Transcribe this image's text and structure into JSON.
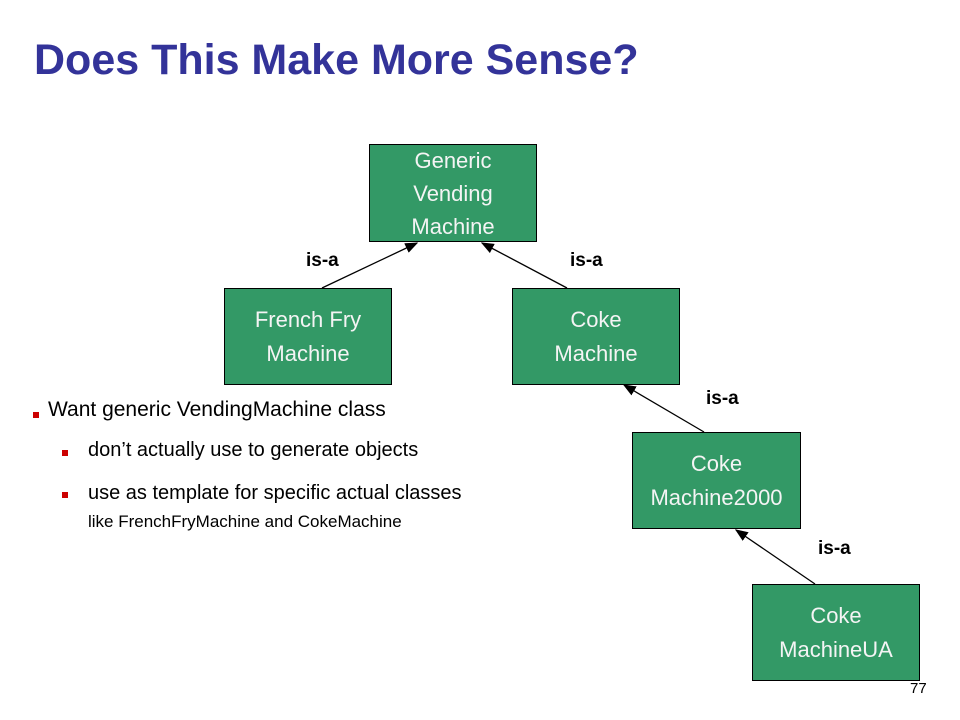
{
  "title": "Does This Make More Sense?",
  "colors": {
    "title": "#333399",
    "box_fill": "#339966",
    "box_text": "#f4f4f4",
    "bullet": "#cc0000"
  },
  "diagram": {
    "boxes": {
      "generic": "Generic\nVending\nMachine",
      "french_fry": "French Fry\nMachine",
      "coke": "Coke\nMachine",
      "coke2000": "Coke\nMachine2000",
      "coke_ua": "Coke\nMachineUA"
    },
    "relations": [
      {
        "from": "french_fry",
        "to": "generic",
        "label": "is-a"
      },
      {
        "from": "coke",
        "to": "generic",
        "label": "is-a"
      },
      {
        "from": "coke2000",
        "to": "coke",
        "label": "is-a"
      },
      {
        "from": "coke_ua",
        "to": "coke2000",
        "label": "is-a"
      }
    ]
  },
  "bullets": {
    "main": "Want generic VendingMachine class",
    "sub1": "don’t actually use to generate objects",
    "sub2": "use as template for specific actual classes",
    "sub2_cont": "like FrenchFryMachine and CokeMachine"
  },
  "page_number": "77"
}
